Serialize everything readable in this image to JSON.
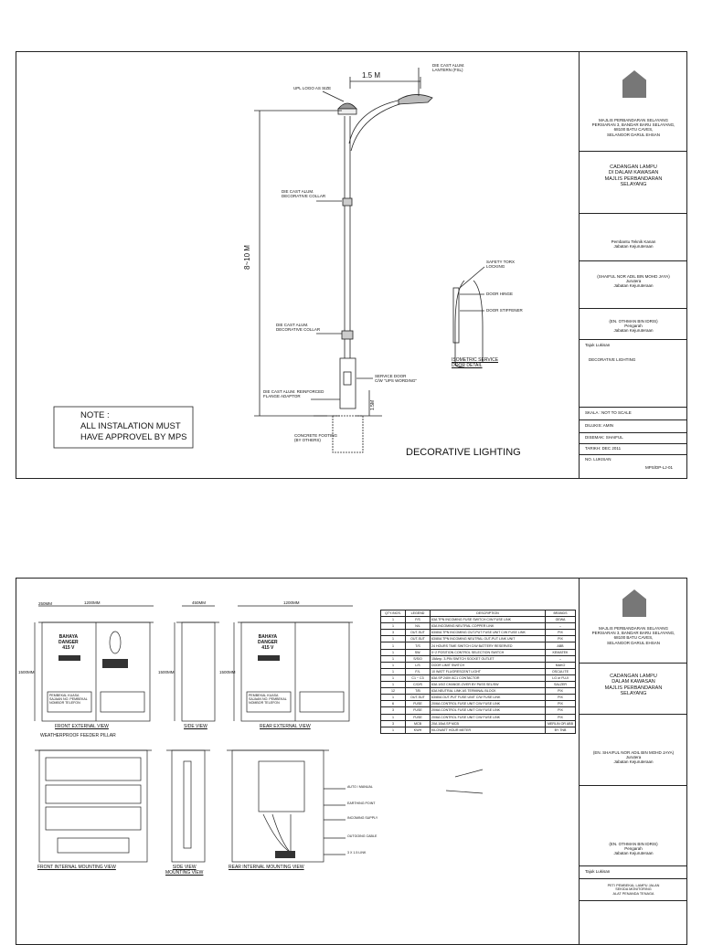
{
  "sheet1": {
    "title": "DECORATIVE LIGHTING",
    "note": {
      "heading": "NOTE :",
      "line1": "ALL INSTALATION MUST",
      "line2": "HAVE APPROVEL BY MPS"
    },
    "dims": {
      "arm": "1.5 M",
      "height": "8~10 M",
      "base": "1.5M"
    },
    "labels": {
      "lantern": [
        "DIE CAST ALUM.",
        "LANTERN (FSL)"
      ],
      "upl": "UPL LOGO AS SIZE",
      "collar_top": [
        "DIE CAST ALUM.",
        "DECORATIVE COLLAR"
      ],
      "collar_mid": [
        "DIE CAST ALUM.",
        "DECORATIVE COLLAR"
      ],
      "flange": [
        "DIE CAST ALUM. REINFORCED",
        "FLANGE ADAPTOR"
      ],
      "door": [
        "SERVICE DOOR",
        "C/W \"UPS WORDING\""
      ],
      "footing": [
        "CONCRETE FOOTING",
        "(BY OTHERS)"
      ],
      "safety": [
        "SAFETY TORX",
        "LOCKING"
      ],
      "hinge": "DOOR HINGE",
      "stiffener": "DOOR STIFFENER",
      "iso": [
        "ISOMETRIC SERVICE",
        "DOOR DETAIL"
      ]
    },
    "titleblock": {
      "council": [
        "MAJLIS PERBANDARAN SELAYANG",
        "PERSIARAN 3, BANDAR BARU SELAYANG,",
        "68100 BATU CAVES,",
        "SELANGOR DARUL EHSAN"
      ],
      "project": [
        "CADANGAN LAMPU",
        "DI DALAM KAWASAN",
        "MAJLIS PERBANDARAN",
        "SELAYANG"
      ],
      "checked": [
        "Pembantu Teknik Kanan",
        "Jabatan Kejuruteraan"
      ],
      "engineer": [
        "(SHAIFUL NOR ADIL BIN MOHD JAYA)",
        "Jurutera",
        "Jabatan Kejuruteraan"
      ],
      "director": [
        "(EN. OTHMAN BIN IDRIS)",
        "Pengarah",
        "Jabatan Kejuruteraan"
      ],
      "subject_label": "Tajuk Lukisan",
      "subject": "DECORATIVE LIGHTING",
      "scale": "SKALA : NOT TO SCALE",
      "drawn": "DILUKIS: AMIN",
      "designed": "DISEMAK: SHAIFUL",
      "date": "TARIKH: DEC 2011",
      "no_label": "NO. LUKISAN",
      "no": "MPS/DP-LJ-01"
    }
  },
  "sheet2": {
    "views": {
      "front_ext": "FRONT EXTERNAL VIEW",
      "side": "SIDE VIEW",
      "rear_ext": "REAR EXTERNAL VIEW",
      "pillar": "WEATHERPROOF FEEDER PILLAR",
      "front_int": "FRONT INTERNAL MOUNTING VIEW",
      "side_mount": [
        "SIDE VIEW",
        "MOUNTING VIEW"
      ],
      "rear_int": "REAR INTERNAL MOUNTING VIEW"
    },
    "dims": {
      "w1": "1200MM",
      "w2": "250MM",
      "h": "1500MM",
      "d": "450MM"
    },
    "legend": {
      "headers": [
        "QTY./NOS.",
        "LEGEND",
        "DESCRIPTION",
        "BRANDS"
      ],
      "rows": [
        [
          "1",
          "F/S",
          "63A TPN INCOMING FUSE SWITCH C/W FUSE LINK",
          "GEWA"
        ],
        [
          "1",
          "N/L",
          "63A INCOMING NEUTRAL COPPER LINK",
          "–"
        ],
        [
          "3",
          "OUT-SUT",
          "63/80A TPN INCOMING OUT-PUT FUSE UNIT C/W FUSE LINK",
          "PIX"
        ],
        [
          "1",
          "OUT-SUT",
          "63/80A TPN INCOMING NEUTRAL OUT-PUT LINK UNIT",
          "PIX"
        ],
        [
          "1",
          "T/S",
          "24 HOURS TIME SWITCH C/W BATTERY RESERVED",
          "ABB"
        ],
        [
          "1",
          "SW.",
          "0~2 POSITION CONTROL SELECTION SWITCH",
          "KEMATEK"
        ],
        [
          "1",
          "S/S/O",
          "15Amp. 3-PIN SWITCH SOCKET OUTLET",
          "–"
        ],
        [
          "1",
          "L/S",
          "DOOR LIMIT SWITCH",
          "MAKO"
        ],
        [
          "1",
          "F/L",
          "10 WATT FLUORESCENT LIGHT",
          "OSCULITE"
        ],
        [
          "1",
          "C1 ~ C3",
          "63A SP 240V AC1 CONTACTOR",
          "LG or FUJI"
        ],
        [
          "1",
          "C/O/S",
          "63A 1/0/2 CHANGE-OVER BY PASS SEL/SW",
          "SALZER"
        ],
        [
          "12",
          "T/B",
          "63A NEUTRAL LINK AS TERMINAL BLOCK",
          "PIX"
        ],
        [
          "1",
          "OUT-SUT",
          "63/80A OUT-PUT FUSE UNIT C/W FUSE LINK",
          "PIX"
        ],
        [
          "6",
          "FUSE",
          "20/6A CONTROL FUSE UNIT C/W FUSE LINK",
          "PIX"
        ],
        [
          "3",
          "FUSE",
          "20/6A CONTROL FUSE UNIT C/W FUSE LINK",
          "PIX"
        ],
        [
          "1",
          "FUSE",
          "20/6A CONTROL FUSE UNIT C/W FUSE LINK",
          "PIX"
        ],
        [
          "3",
          "MCB",
          "20A 10kA SP MCB",
          "MERLIN OR ABB"
        ],
        [
          "1",
          "KWH",
          "KILOWATT HOUR METER",
          "BY TNB"
        ]
      ]
    },
    "panel_text": {
      "warning": [
        "BAHAYA",
        "DANGER",
        "415 V"
      ],
      "ext_labels": [
        "PEMBEKAL KUASA",
        "SAJAAN NO. PEMBEKAL",
        "NOMBOR TELEFON"
      ]
    },
    "callouts": [
      "AUTO / MANUAL",
      "EARTHING POINT",
      "INCOMING SUPPLY",
      "OUTGOING CABLE",
      "3 X 1.5 LINK"
    ],
    "titleblock": {
      "council": [
        "MAJLIS PERBANDARAN SELAYANG",
        "PERSIARAN 3, BANDAR BARU SELAYANG,",
        "68100 BATU CAVES,",
        "SELANGOR DARUL EHSAN"
      ],
      "project": [
        "CADANGAN LAMPU",
        "DALAM KAWASAN",
        "MAJLIS PERBANDARAN",
        "SELAYANG"
      ],
      "engineer": [
        "(EN. SHAIFUL NOR ADIL BIN MOHD JAYA)",
        "Jurutera",
        "Jabatan Kejuruteraan"
      ],
      "director": [
        "(EN. OTHMAN BIN IDRIS)",
        "Pengarah",
        "Jabatan Kejuruteraan"
      ],
      "subject_label": "Tajuk Lukisan",
      "subject": [
        "PETI PEMBEKAL LAMPU JALAN",
        "SEKIDA MONITORING",
        "ALAT PENANDA TENAGA"
      ]
    }
  },
  "colors": {
    "line": "#222222",
    "bg": "#ffffff"
  }
}
